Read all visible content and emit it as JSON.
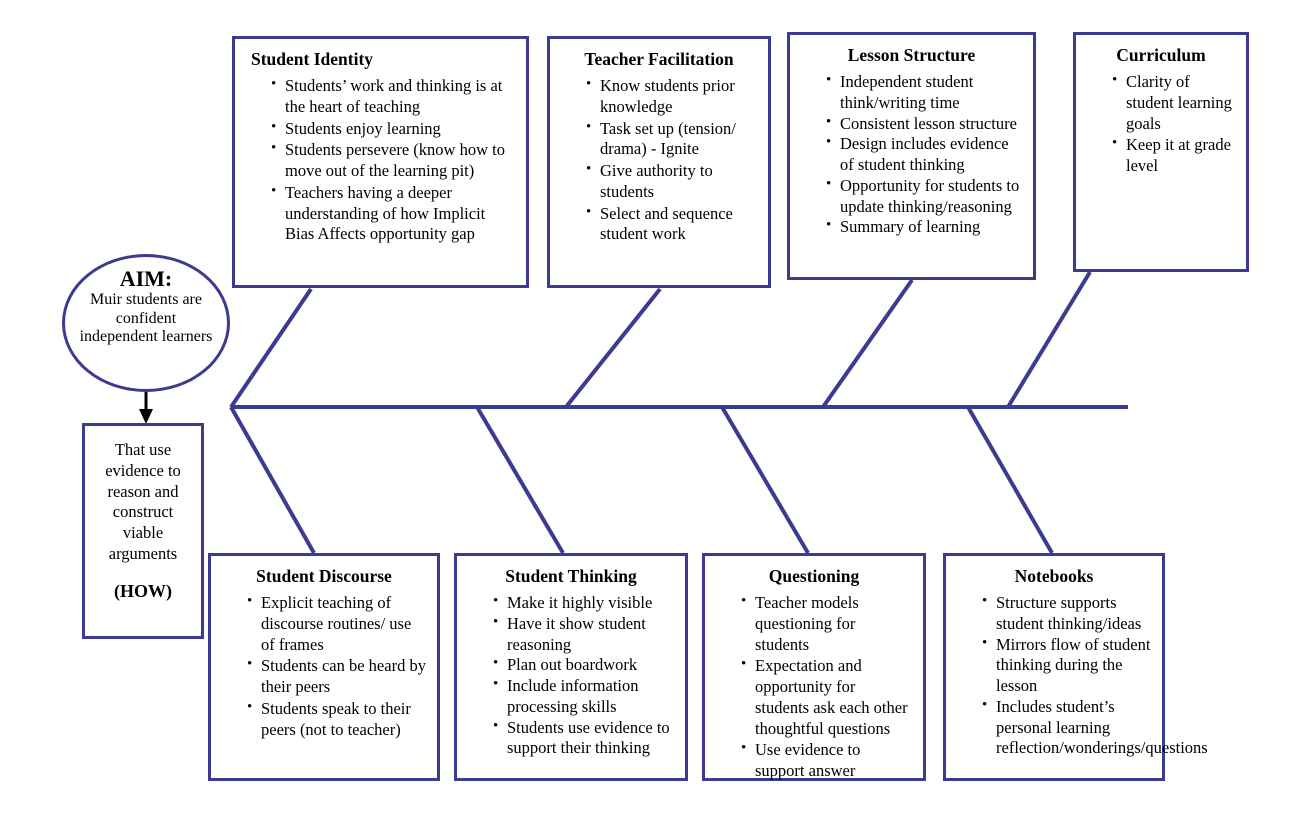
{
  "diagram": {
    "type": "fishbone",
    "accent_color": "#3b3b8f",
    "arrow_color": "#000000",
    "background": "#ffffff"
  },
  "aim": {
    "label": "AIM:",
    "text": "Muir students are confident independent learners"
  },
  "how": {
    "text": "That use evidence to reason and construct viable arguments",
    "label": "(HOW)"
  },
  "top_categories": [
    {
      "title": "Student Identity",
      "items": [
        "Students’ work and thinking is at the heart of teaching",
        "Students enjoy learning",
        "Students persevere (know how to move out  of the learning pit)",
        "Teachers having a deeper understanding of how Implicit Bias Affects opportunity gap"
      ]
    },
    {
      "title": "Teacher Facilitation",
      "items": [
        "Know students prior knowledge",
        "Task set up (tension/ drama) - Ignite",
        "Give authority to students",
        "Select and sequence student work"
      ]
    },
    {
      "title": "Lesson Structure",
      "items": [
        " Independent student think/writing  time",
        "Consistent lesson structure",
        "Design includes evidence of student thinking",
        "Opportunity for students to update thinking/reasoning",
        "Summary of learning"
      ]
    },
    {
      "title": "Curriculum",
      "items": [
        "Clarity of student learning goals",
        "Keep it at grade level"
      ]
    }
  ],
  "bottom_categories": [
    {
      "title": "Student Discourse",
      "items": [
        "Explicit teaching of discourse routines/ use of frames",
        "Students can be heard by their peers",
        "Students speak to their peers (not to teacher)"
      ]
    },
    {
      "title": "Student Thinking",
      "items": [
        "Make it highly visible",
        "Have it show student reasoning",
        "Plan out boardwork",
        "Include information processing skills",
        "Students use evidence to support their thinking"
      ]
    },
    {
      "title": "Questioning",
      "items": [
        "Teacher models questioning for students",
        "Expectation and opportunity for students ask each other thoughtful questions",
        "Use evidence to support answer"
      ]
    },
    {
      "title": "Notebooks",
      "items": [
        " Structure supports student thinking/ideas",
        "Mirrors flow of student thinking during the lesson",
        "Includes student’s personal learning reflection/wonderings/questions"
      ]
    }
  ]
}
